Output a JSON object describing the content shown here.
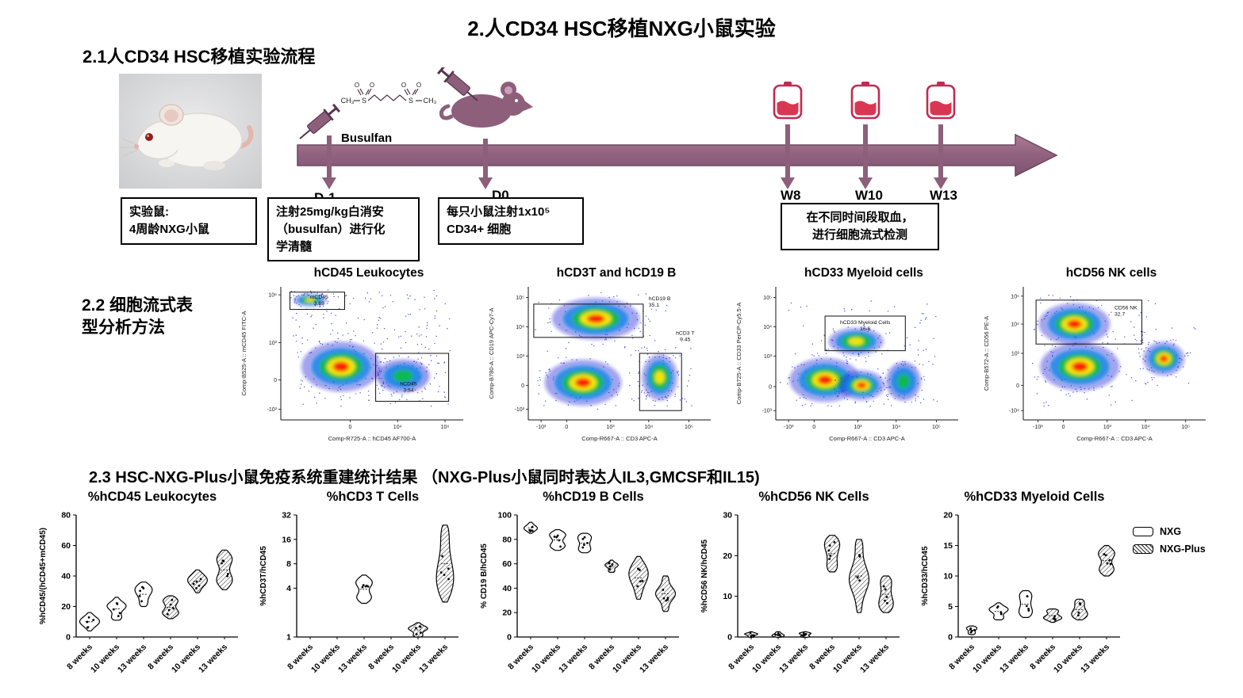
{
  "title": "2.人CD34 HSC移植NXG小鼠实验",
  "section21": {
    "heading": "2.1人CD34 HSC移植实验流程",
    "busulfan": {
      "label": "Busulfan",
      "ch3": "CH₃",
      "s": "S",
      "o": "O"
    },
    "timepoints": [
      {
        "label": "D-1"
      },
      {
        "label": "D0"
      },
      {
        "label": "W8"
      },
      {
        "label": "W10"
      },
      {
        "label": "W13"
      }
    ],
    "boxes": [
      {
        "lines": [
          "实验鼠:",
          "4周龄NXG小鼠"
        ]
      },
      {
        "lines": [
          "注射25mg/kg白消安",
          "（busulfan）进行化",
          "学清髓"
        ]
      },
      {
        "lines": [
          "每只小鼠注射1x10⁵",
          "CD34+ 细胞"
        ]
      },
      {
        "lines": [
          "在不同时间段取血，",
          "进行细胞流式检测"
        ]
      }
    ]
  },
  "section22": {
    "heading_lines": [
      "2.2 细胞流式表",
      "型分析方法"
    ]
  },
  "section23": {
    "heading": "2.3 HSC-NXG-Plus小鼠免疫系统重建统计结果 （NXG-Plus小鼠同时表达人IL3,GMCSF和IL15)",
    "legend": [
      {
        "label": "NXG",
        "style": "open"
      },
      {
        "label": "NXG-Plus",
        "style": "hatched"
      }
    ]
  },
  "chart_data": [
    {
      "type": "density",
      "title": "hCD45 Leukocytes",
      "xlabel": "Comp-R725-A :: hCD45 AF700-A",
      "ylabel": "Comp-B525-A :: mCD45 FITC-A",
      "x_ticks": [
        {
          "label": "0",
          "pos": 0.38
        },
        {
          "label": "10⁴",
          "pos": 0.64
        },
        {
          "label": "10⁶",
          "pos": 0.9
        }
      ],
      "y_ticks": [
        {
          "label": "10⁶",
          "pos": 0.06
        },
        {
          "label": "10³",
          "pos": 0.42
        },
        {
          "label": "0",
          "pos": 0.7
        },
        {
          "label": "-10³",
          "pos": 0.92
        }
      ],
      "gates": [
        {
          "name": "mCD45",
          "value": "3.69",
          "x": 0.05,
          "y": 0.04,
          "w": 0.3,
          "h": 0.13,
          "label_x": 0.21,
          "label_y": 0.09,
          "anchor": "middle"
        },
        {
          "name": "hCD45",
          "value": "3.54",
          "x": 0.52,
          "y": 0.5,
          "w": 0.4,
          "h": 0.36,
          "label_x": 0.7,
          "label_y": 0.74,
          "anchor": "middle"
        }
      ],
      "populations": [
        {
          "cx": 0.33,
          "cy": 0.6,
          "rx": 0.145,
          "ry": 0.125,
          "heat": "hot"
        },
        {
          "cx": 0.16,
          "cy": 0.1,
          "rx": 0.06,
          "ry": 0.032,
          "heat": "warm"
        },
        {
          "cx": 0.67,
          "cy": 0.67,
          "rx": 0.1,
          "ry": 0.085,
          "heat": "cool"
        }
      ],
      "noise": [
        {
          "x": 0.05,
          "y": 0.02,
          "w": 0.88,
          "h": 0.5,
          "n": 130
        },
        {
          "x": 0.48,
          "y": 0.52,
          "w": 0.44,
          "h": 0.38,
          "n": 60
        },
        {
          "x": 0.1,
          "y": 0.55,
          "w": 0.35,
          "h": 0.35,
          "n": 40
        }
      ]
    },
    {
      "type": "density",
      "title": "hCD3T and hCD19 B",
      "xlabel": "Comp-R667-A :: CD3 APC-A",
      "ylabel": "Comp-B780-A :: CD19 APC-Cy7-A",
      "x_ticks": [
        {
          "label": "-10³",
          "pos": 0.07
        },
        {
          "label": "0",
          "pos": 0.21
        },
        {
          "label": "10³",
          "pos": 0.45
        },
        {
          "label": "10⁴",
          "pos": 0.66
        },
        {
          "label": "10⁵",
          "pos": 0.88
        }
      ],
      "y_ticks": [
        {
          "label": "10⁵",
          "pos": 0.08
        },
        {
          "label": "10⁴",
          "pos": 0.3
        },
        {
          "label": "10³",
          "pos": 0.52
        },
        {
          "label": "0",
          "pos": 0.74
        },
        {
          "label": "-10³",
          "pos": 0.92
        }
      ],
      "gates": [
        {
          "name": "hCD19 B",
          "value": "35.1",
          "x": 0.03,
          "y": 0.13,
          "w": 0.6,
          "h": 0.25,
          "label_x": 0.66,
          "label_y": 0.1,
          "anchor": "start"
        },
        {
          "name": "hCD3 T",
          "value": "9.45",
          "x": 0.61,
          "y": 0.5,
          "w": 0.23,
          "h": 0.43,
          "label_x": 0.86,
          "label_y": 0.36,
          "anchor": "middle"
        }
      ],
      "populations": [
        {
          "cx": 0.37,
          "cy": 0.24,
          "rx": 0.16,
          "ry": 0.105,
          "heat": "hot"
        },
        {
          "cx": 0.3,
          "cy": 0.72,
          "rx": 0.14,
          "ry": 0.115,
          "heat": "hot"
        },
        {
          "cx": 0.72,
          "cy": 0.68,
          "rx": 0.065,
          "ry": 0.115,
          "heat": "warm"
        }
      ],
      "noise": [
        {
          "x": 0.03,
          "y": 0.05,
          "w": 0.75,
          "h": 0.85,
          "n": 90
        },
        {
          "x": 0.6,
          "y": 0.45,
          "w": 0.3,
          "h": 0.45,
          "n": 40
        }
      ]
    },
    {
      "type": "density",
      "title": "hCD33 Myeloid cells",
      "xlabel": "Comp-R667-A :: CD3 APC-A",
      "ylabel": "Comp-B725-A :: CD33 PerCP-Cy5.5-A",
      "x_ticks": [
        {
          "label": "-10³",
          "pos": 0.07
        },
        {
          "label": "0",
          "pos": 0.21
        },
        {
          "label": "10³",
          "pos": 0.45
        },
        {
          "label": "10⁴",
          "pos": 0.66
        },
        {
          "label": "10⁵",
          "pos": 0.88
        }
      ],
      "y_ticks": [
        {
          "label": "10⁵",
          "pos": 0.08
        },
        {
          "label": "10⁴",
          "pos": 0.3
        },
        {
          "label": "10³",
          "pos": 0.52
        },
        {
          "label": "0",
          "pos": 0.75
        },
        {
          "label": "-10³",
          "pos": 0.93
        }
      ],
      "gates": [
        {
          "name": "hCD33 Myeloid Cells",
          "value": "16.6",
          "x": 0.27,
          "y": 0.22,
          "w": 0.44,
          "h": 0.26,
          "label_x": 0.49,
          "label_y": 0.28,
          "anchor": "middle"
        }
      ],
      "populations": [
        {
          "cx": 0.44,
          "cy": 0.41,
          "rx": 0.1,
          "ry": 0.068,
          "heat": "warm"
        },
        {
          "cx": 0.27,
          "cy": 0.7,
          "rx": 0.13,
          "ry": 0.11,
          "heat": "hot"
        },
        {
          "cx": 0.47,
          "cy": 0.74,
          "rx": 0.085,
          "ry": 0.075,
          "heat": "hot"
        },
        {
          "cx": 0.7,
          "cy": 0.71,
          "rx": 0.065,
          "ry": 0.1,
          "heat": "cool"
        }
      ],
      "noise": [
        {
          "x": 0.05,
          "y": 0.1,
          "w": 0.85,
          "h": 0.8,
          "n": 100
        }
      ]
    },
    {
      "type": "density",
      "title": "hCD56 NK cells",
      "xlabel": "Comp-R667-A :: CD3 APC-A",
      "ylabel": "Comp-B572-A :: CD56 PE-A",
      "x_ticks": [
        {
          "label": "-10³",
          "pos": 0.08
        },
        {
          "label": "0",
          "pos": 0.22
        },
        {
          "label": "10³",
          "pos": 0.46
        },
        {
          "label": "10⁴",
          "pos": 0.67
        },
        {
          "label": "10⁵",
          "pos": 0.89
        }
      ],
      "y_ticks": [
        {
          "label": "10⁵",
          "pos": 0.07
        },
        {
          "label": "10⁴",
          "pos": 0.28
        },
        {
          "label": "10³",
          "pos": 0.5
        },
        {
          "label": "0",
          "pos": 0.74
        },
        {
          "label": "-10⁴",
          "pos": 0.93
        }
      ],
      "gates": [
        {
          "name": "CD56 NK",
          "value": "32.7",
          "x": 0.07,
          "y": 0.1,
          "w": 0.58,
          "h": 0.33,
          "label_x": 0.5,
          "label_y": 0.17,
          "anchor": "start"
        }
      ],
      "populations": [
        {
          "cx": 0.28,
          "cy": 0.28,
          "rx": 0.13,
          "ry": 0.105,
          "heat": "hot"
        },
        {
          "cx": 0.31,
          "cy": 0.6,
          "rx": 0.145,
          "ry": 0.12,
          "heat": "hot"
        },
        {
          "cx": 0.77,
          "cy": 0.54,
          "rx": 0.075,
          "ry": 0.085,
          "heat": "hot"
        }
      ],
      "noise": [
        {
          "x": 0.04,
          "y": 0.05,
          "w": 0.7,
          "h": 0.85,
          "n": 90
        },
        {
          "x": 0.6,
          "y": 0.3,
          "w": 0.35,
          "h": 0.5,
          "n": 30
        }
      ]
    },
    {
      "type": "violin",
      "title": "%hCD45 Leukocytes",
      "ylabel": "%hCD45/(hCD45+mCD45)",
      "ylim": [
        0,
        80
      ],
      "yticks": [
        0,
        20,
        40,
        60,
        80
      ],
      "scale": "linear",
      "categories": [
        "8 weeks",
        "10 weeks",
        "13 weeks",
        "8 weeks",
        "10 weeks",
        "13 weeks"
      ],
      "groups": [
        "NXG",
        "NXG",
        "NXG",
        "NXG-Plus",
        "NXG-Plus",
        "NXG-Plus"
      ],
      "violins": [
        {
          "lo": 4,
          "hi": 16
        },
        {
          "lo": 11,
          "hi": 26
        },
        {
          "lo": 20,
          "hi": 36
        },
        {
          "lo": 12,
          "hi": 27
        },
        {
          "lo": 29,
          "hi": 44
        },
        {
          "lo": 31,
          "hi": 57
        }
      ]
    },
    {
      "type": "violin",
      "title": "%hCD3 T Cells",
      "ylabel": "%hCD3T/hCD45",
      "ylim": [
        1,
        32
      ],
      "yticks": [
        1,
        4,
        8,
        16,
        32
      ],
      "scale": "log2",
      "categories": [
        "8 weeks",
        "10 weeks",
        "13 weeks",
        "8 weeks",
        "10 weeks",
        "13 weeks"
      ],
      "groups": [
        "NXG",
        "NXG",
        "NXG",
        "NXG-Plus",
        "NXG-Plus",
        "NXG-Plus"
      ],
      "violins": [
        null,
        null,
        {
          "lo": 2.6,
          "hi": 5.8
        },
        null,
        {
          "lo": 1.0,
          "hi": 1.5
        },
        {
          "lo": 2.7,
          "hi": 24
        }
      ]
    },
    {
      "type": "violin",
      "title": "%hCD19 B Cells",
      "ylabel": "% CD19 B/hCD45",
      "ylim": [
        0,
        100
      ],
      "yticks": [
        0,
        20,
        40,
        60,
        80,
        100
      ],
      "scale": "linear",
      "categories": [
        "8 weeks",
        "10 weeks",
        "13 weeks",
        "8 weeks",
        "10 weeks",
        "13 weeks"
      ],
      "groups": [
        "NXG",
        "NXG",
        "NXG",
        "NXG-Plus",
        "NXG-Plus",
        "NXG-Plus"
      ],
      "violins": [
        {
          "lo": 85,
          "hi": 94
        },
        {
          "lo": 71,
          "hi": 88
        },
        {
          "lo": 69,
          "hi": 85
        },
        {
          "lo": 53,
          "hi": 63
        },
        {
          "lo": 31,
          "hi": 66
        },
        {
          "lo": 21,
          "hi": 50
        }
      ]
    },
    {
      "type": "violin",
      "title": "%hCD56 NK Cells",
      "ylabel": "%hCD56 NK/hCD45",
      "ylim": [
        0,
        30
      ],
      "yticks": [
        0,
        10,
        20,
        30
      ],
      "scale": "linear",
      "categories": [
        "8 weeks",
        "10 weeks",
        "13 weeks",
        "8 weeks",
        "10 weeks",
        "13 weeks"
      ],
      "groups": [
        "NXG",
        "NXG",
        "NXG",
        "NXG-Plus",
        "NXG-Plus",
        "NXG-Plus"
      ],
      "violins": [
        {
          "lo": 0,
          "hi": 1.2
        },
        {
          "lo": 0,
          "hi": 1.2
        },
        {
          "lo": 0,
          "hi": 1.2
        },
        {
          "lo": 16,
          "hi": 25
        },
        {
          "lo": 6,
          "hi": 24
        },
        {
          "lo": 6,
          "hi": 15
        }
      ]
    },
    {
      "type": "violin",
      "title": "%hCD33 Myeloid Cells",
      "ylabel": "%hCD33/hCD45",
      "ylim": [
        0,
        20
      ],
      "yticks": [
        0,
        5,
        10,
        15,
        20
      ],
      "scale": "linear",
      "categories": [
        "8 weeks",
        "10 weeks",
        "13 weeks",
        "8 weeks",
        "10 weeks",
        "13 weeks"
      ],
      "groups": [
        "NXG",
        "NXG",
        "NXG",
        "NXG-Plus",
        "NXG-Plus",
        "NXG-Plus"
      ],
      "violins": [
        {
          "lo": 0.4,
          "hi": 1.8
        },
        {
          "lo": 2.8,
          "hi": 5.6
        },
        {
          "lo": 3.2,
          "hi": 7.6
        },
        {
          "lo": 2.4,
          "hi": 4.6
        },
        {
          "lo": 2.8,
          "hi": 6.2
        },
        {
          "lo": 10,
          "hi": 15
        }
      ]
    }
  ]
}
